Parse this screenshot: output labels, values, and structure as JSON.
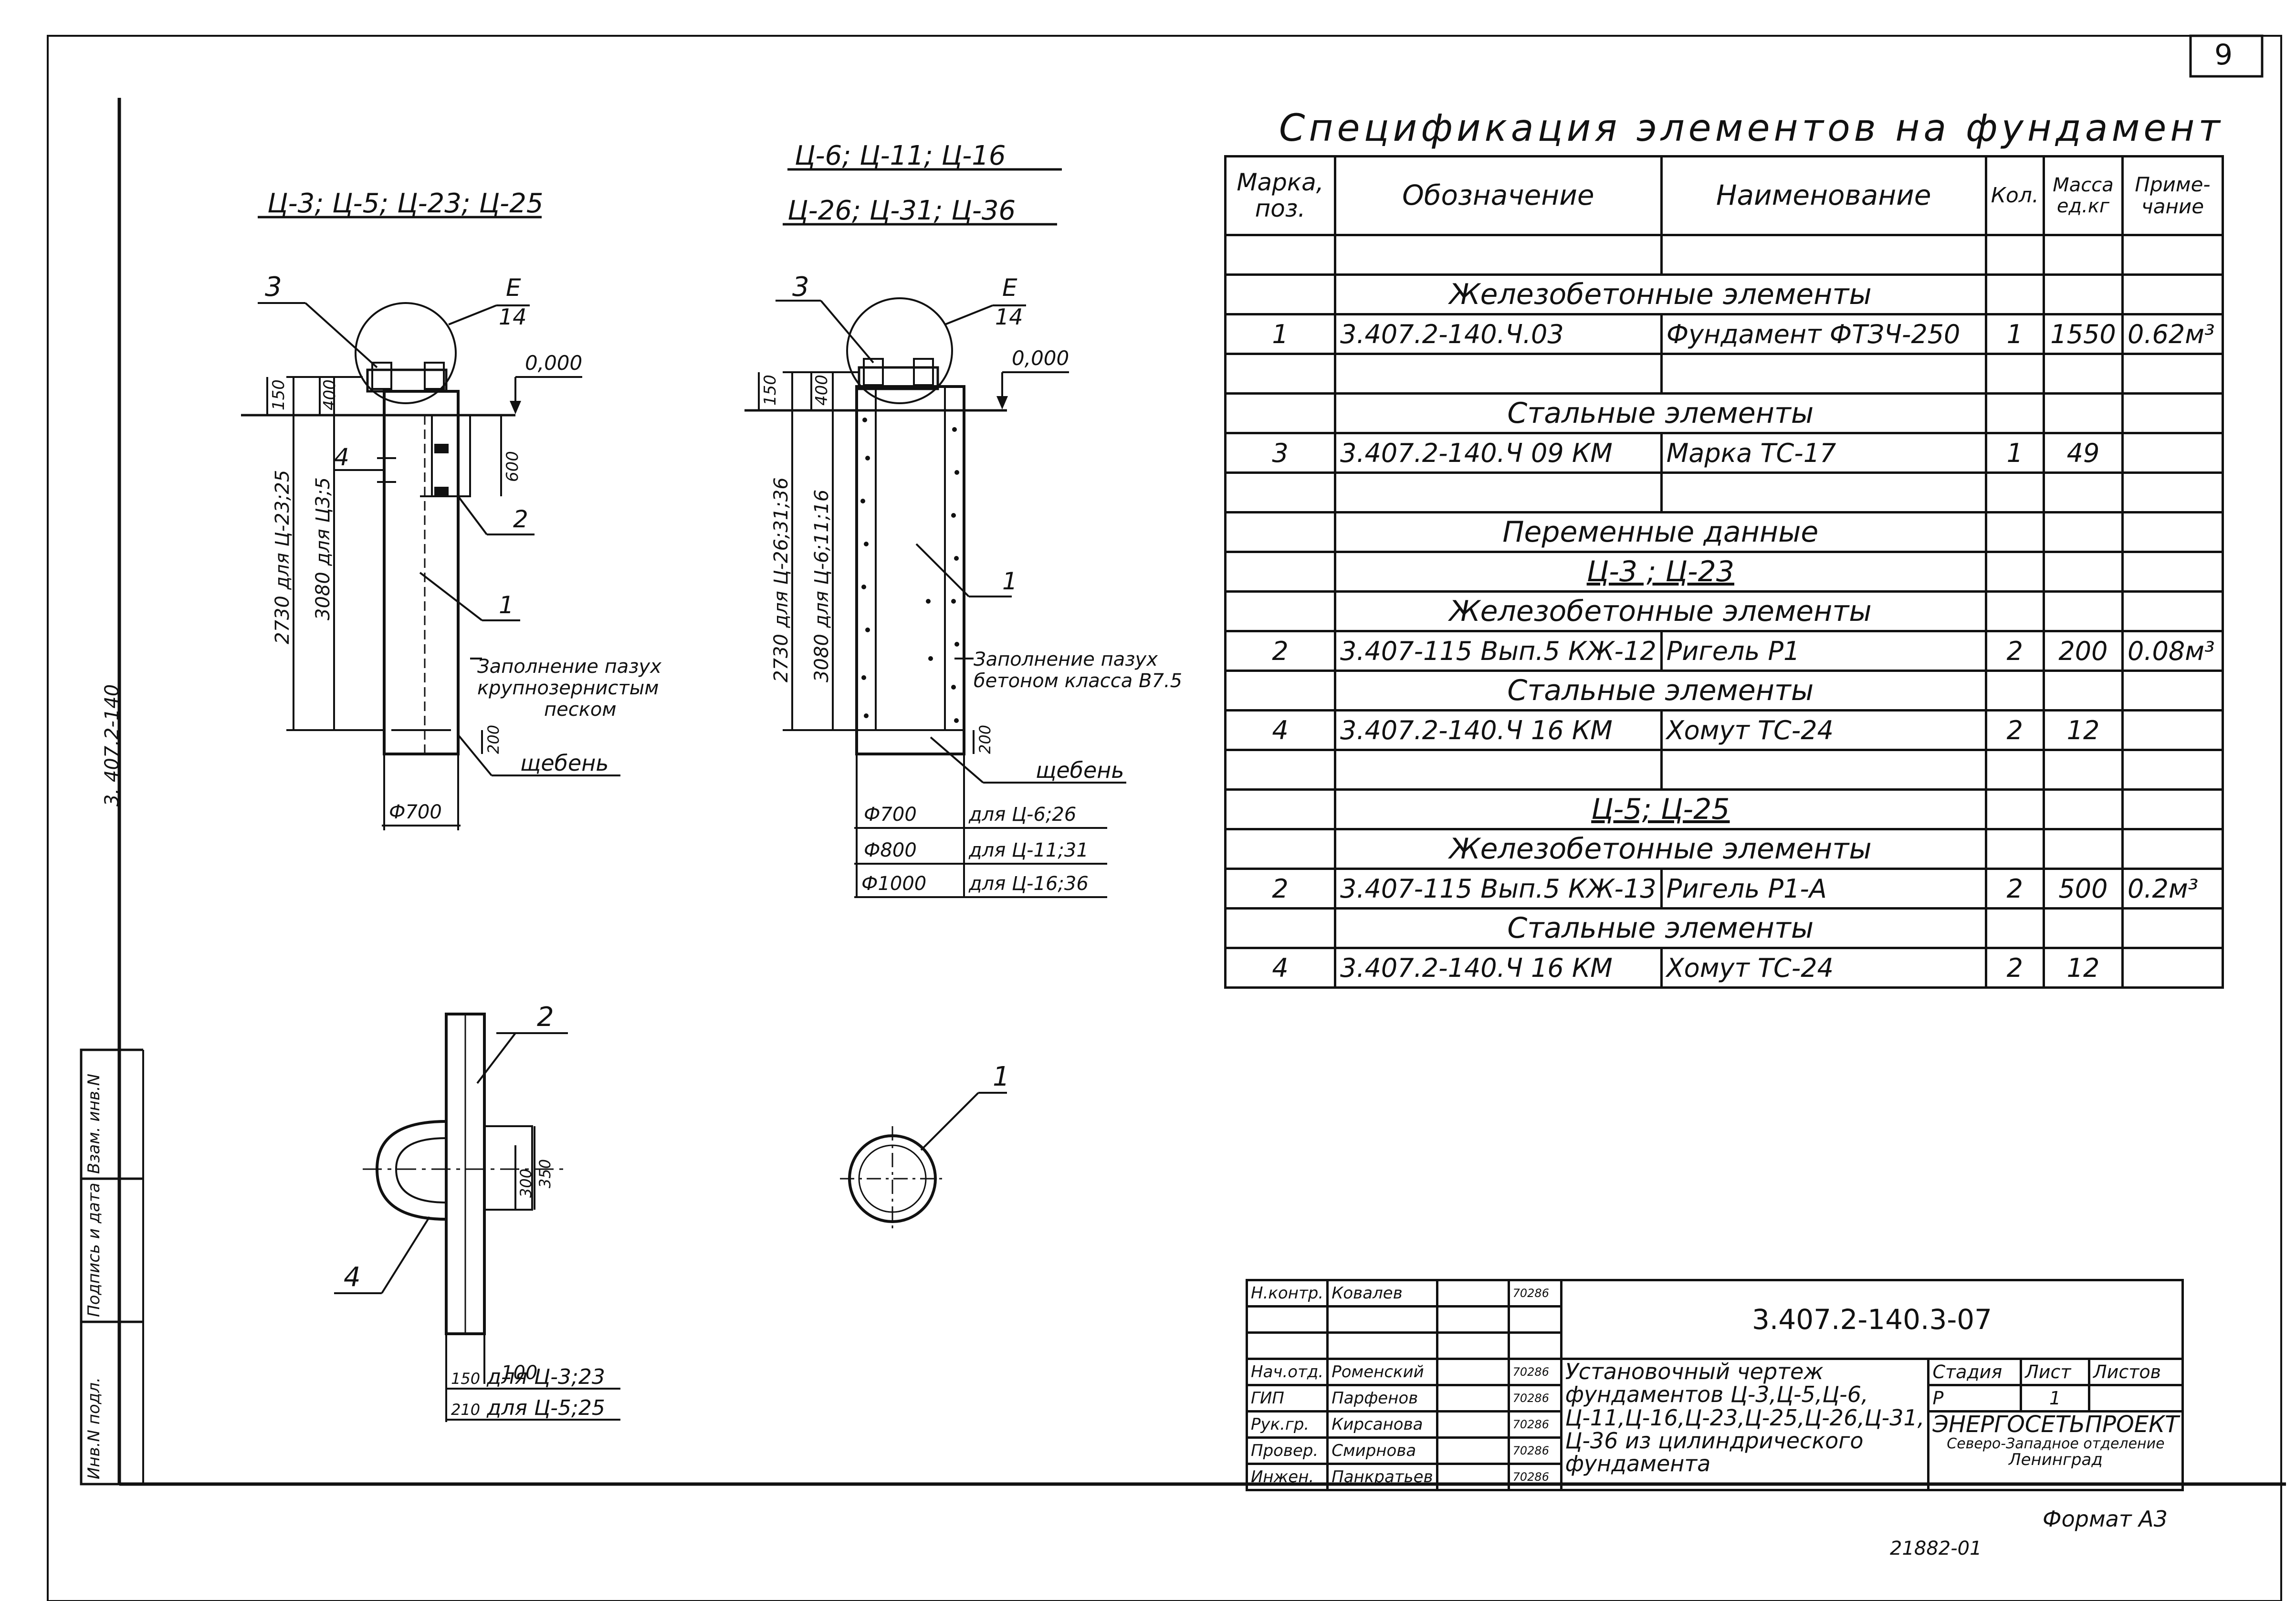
{
  "sheet_number": "9",
  "left_margin_code": "3. 407.2-140",
  "approval_strip": [
    "Инв.N подл.",
    "Подпись и дата",
    "Взам. инв.N"
  ],
  "drawing1": {
    "title": "Ц-3; Ц-5; Ц-23; Ц-25",
    "callouts": [
      "3",
      "Е",
      "14",
      "4",
      "2",
      "1"
    ],
    "level": "0,000",
    "dims": [
      "150",
      "400",
      "600",
      "200"
    ],
    "dim_long_1": "2730 для Ц-23;25",
    "dim_long_2": "3080 для Ц3;5",
    "fill_note_1": "Заполнение пазух",
    "fill_note_2": "крупнозернистым",
    "fill_note_3": "песком",
    "gravel": "щебень",
    "diameter": "Ф700"
  },
  "drawing2": {
    "title_1": "Ц-6; Ц-11; Ц-16",
    "title_2": "Ц-26; Ц-31; Ц-36",
    "callouts": [
      "3",
      "Е",
      "14",
      "1"
    ],
    "level": "0,000",
    "dims": [
      "150",
      "400",
      "200"
    ],
    "dim_long_1": "2730 для Ц-26;31;36",
    "dim_long_2": "3080 для Ц-6;11;16",
    "fill_note_1": "Заполнение пазух",
    "fill_note_2": "бетоном класса В7.5",
    "gravel": "щебень",
    "diameters": [
      {
        "d": "Ф700",
        "for": "для Ц-6;26"
      },
      {
        "d": "Ф800",
        "for": "для Ц-11;31"
      },
      {
        "d": "Ф1000",
        "for": "для Ц-16;36"
      }
    ]
  },
  "detail": {
    "callouts": [
      "2",
      "4"
    ],
    "dims": [
      "350",
      "300",
      "100"
    ],
    "row1_val": "150",
    "row1_for": "для Ц-3;23",
    "row2_val": "210",
    "row2_for": "для Ц-5;25"
  },
  "plan_callout": "1",
  "spec": {
    "title": "Спецификация элементов на фундамент",
    "headers": [
      "Марка, поз.",
      "Обозначение",
      "Наименование",
      "Кол.",
      "Масса ед.кг",
      "Приме-чание"
    ],
    "rows": [
      {
        "type": "blank"
      },
      {
        "type": "section",
        "text": "Железобетонные элементы"
      },
      {
        "type": "item",
        "pos": "1",
        "code": "3.407.2-140.Ч.03",
        "name": "Фундамент ФТЗЧ-250",
        "qty": "1",
        "mass": "1550",
        "note": "0.62м³"
      },
      {
        "type": "blank"
      },
      {
        "type": "section",
        "text": "Стальные элементы"
      },
      {
        "type": "item",
        "pos": "3",
        "code": "3.407.2-140.Ч 09 КМ",
        "name": "Марка ТС-17",
        "qty": "1",
        "mass": "49",
        "note": ""
      },
      {
        "type": "blank"
      },
      {
        "type": "section",
        "text": "Переменные данные"
      },
      {
        "type": "section2",
        "text": "Ц-3 ; Ц-23"
      },
      {
        "type": "section",
        "text": "Железобетонные элементы"
      },
      {
        "type": "item",
        "pos": "2",
        "code": "3.407-115 Вып.5 КЖ-12",
        "name": "Ригель Р1",
        "qty": "2",
        "mass": "200",
        "note": "0.08м³"
      },
      {
        "type": "section",
        "text": "Стальные элементы"
      },
      {
        "type": "item",
        "pos": "4",
        "code": "3.407.2-140.Ч 16 КМ",
        "name": "Хомут ТС-24",
        "qty": "2",
        "mass": "12",
        "note": ""
      },
      {
        "type": "blank"
      },
      {
        "type": "section2",
        "text": "Ц-5; Ц-25"
      },
      {
        "type": "section",
        "text": "Железобетонные элементы"
      },
      {
        "type": "item",
        "pos": "2",
        "code": "3.407-115 Вып.5 КЖ-13",
        "name": "Ригель Р1-А",
        "qty": "2",
        "mass": "500",
        "note": "0.2м³"
      },
      {
        "type": "section",
        "text": "Стальные элементы"
      },
      {
        "type": "item",
        "pos": "4",
        "code": "3.407.2-140.Ч 16 КМ",
        "name": "Хомут ТС-24",
        "qty": "2",
        "mass": "12",
        "note": ""
      }
    ]
  },
  "title_block": {
    "doc_code": "3.407.2-140.3-07",
    "people": [
      {
        "role": "Н.контр.",
        "name": "Ковалев",
        "date": "70286"
      },
      {
        "role": "",
        "name": "",
        "date": ""
      },
      {
        "role": "",
        "name": "",
        "date": ""
      },
      {
        "role": "Нач.отд.",
        "name": "Роменский",
        "date": "70286"
      },
      {
        "role": "ГИП",
        "name": "Парфенов",
        "date": "70286"
      },
      {
        "role": "Рук.гр.",
        "name": "Кирсанова",
        "date": "70286"
      },
      {
        "role": "Провер.",
        "name": "Смирнова",
        "date": "70286"
      },
      {
        "role": "Инжен.",
        "name": "Панкратьев",
        "date": "70286"
      }
    ],
    "title_lines": [
      "Установочный чертеж",
      "фундаментов Ц-3,Ц-5,Ц-6,",
      "Ц-11,Ц-16,Ц-23,Ц-25,Ц-26,Ц-31,",
      "Ц-36 из цилиндрического",
      "фундамента"
    ],
    "stage_label": "Стадия",
    "sheet_label": "Лист",
    "sheets_label": "Листов",
    "stage": "Р",
    "sheet": "1",
    "sheets": "",
    "org_1": "ЭНЕРГОСЕТЬПРОЕКТ",
    "org_2": "Северо-Западное отделение",
    "org_3": "Ленинград"
  },
  "format": "Формат А3",
  "inventory": "21882-01"
}
